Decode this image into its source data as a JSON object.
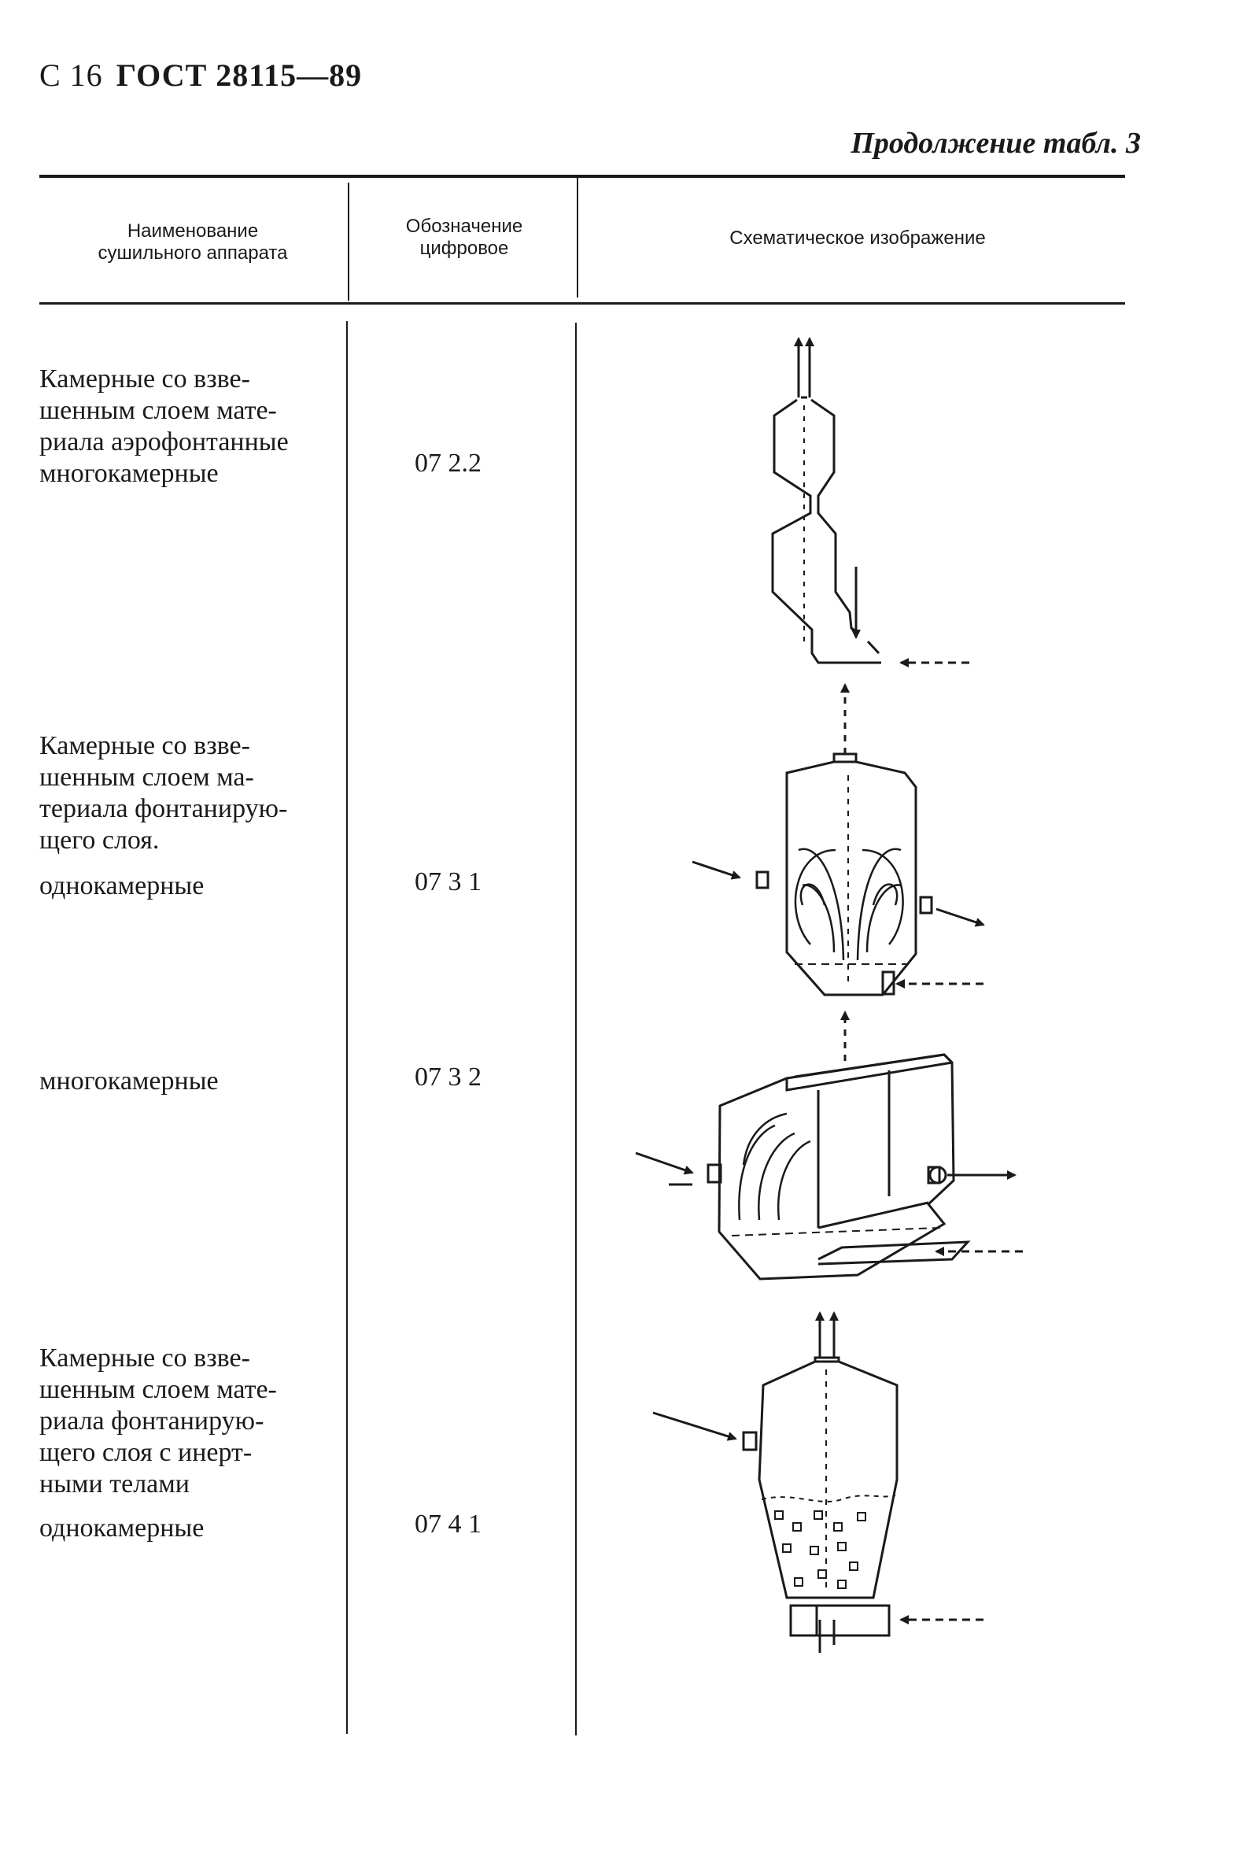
{
  "header": {
    "page_prefix": "С 16",
    "standard": "ГОСТ 28115—89",
    "continuation": "Продолжение табл. 3"
  },
  "table": {
    "columns": [
      {
        "label": "Наименование\nсушильного аппарата"
      },
      {
        "label": "Обозначение\nцифровое"
      },
      {
        "label": "Схематическое изображение"
      }
    ],
    "rows": [
      {
        "name": "Камерные со взве-\nшенным слоем мате-\nриала аэрофонтанные\nмногокамерные",
        "code": "07 2.2"
      },
      {
        "name": "Камерные со взве-\nшенным слоем ма-\nтериала фонтанирую-\nщего слоя.",
        "code": ""
      },
      {
        "name": "однокамерные",
        "code": "07 3 1"
      },
      {
        "name": "многокамерные",
        "code": "07 3 2"
      },
      {
        "name": "Камерные со взве-\nшенным слоем мате-\nриала фонтанирую-\nщего слоя с инерт-\nными телами",
        "code": ""
      },
      {
        "name": "однокамерные",
        "code": "07 4 1"
      }
    ]
  },
  "schematics": [
    {
      "icon": "aerofountain-multichamber-dryer-schematic"
    },
    {
      "icon": "fountain-single-chamber-dryer-schematic"
    },
    {
      "icon": "fountain-multichamber-dryer-schematic"
    },
    {
      "icon": "fountain-inert-bodies-dryer-schematic"
    }
  ]
}
